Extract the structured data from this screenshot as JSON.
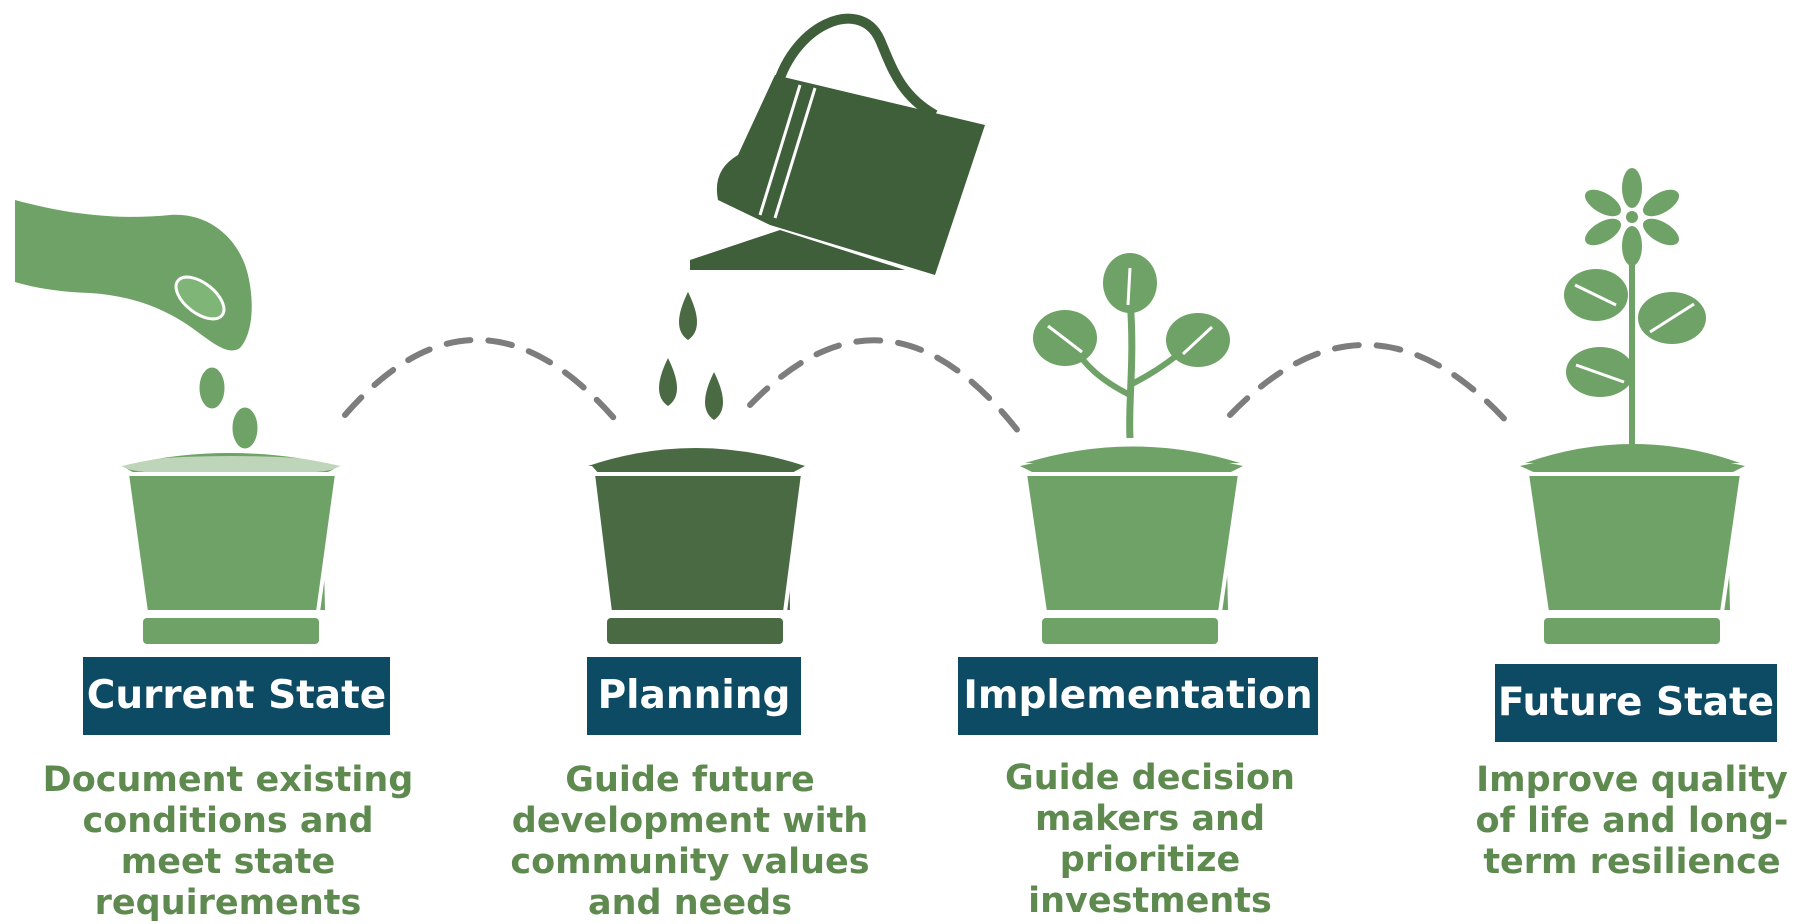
{
  "colors": {
    "pot_light": "#6fa266",
    "pot_dark": "#4a6a44",
    "can": "#3f5e3a",
    "leaf": "#6fa266",
    "dashes": "#7d7d7d",
    "label_bg": "#0d4a63",
    "description_text": "#5e8a4f"
  },
  "stages": [
    {
      "id": "current-state",
      "label": "Current State",
      "description": "Document existing\nconditions and\nmeet state\nrequirements",
      "icon": "hand-planting-seeds-icon"
    },
    {
      "id": "planning",
      "label": "Planning",
      "description": "Guide future\ndevelopment with\ncommunity values\nand needs",
      "icon": "watering-can-icon"
    },
    {
      "id": "implementation",
      "label": "Implementation",
      "description": "Guide decision\nmakers and prioritize\ninvestments",
      "icon": "sprout-icon"
    },
    {
      "id": "future-state",
      "label": "Future State",
      "description": "Improve quality\nof life and long-\nterm resilience",
      "icon": "flower-icon"
    }
  ]
}
